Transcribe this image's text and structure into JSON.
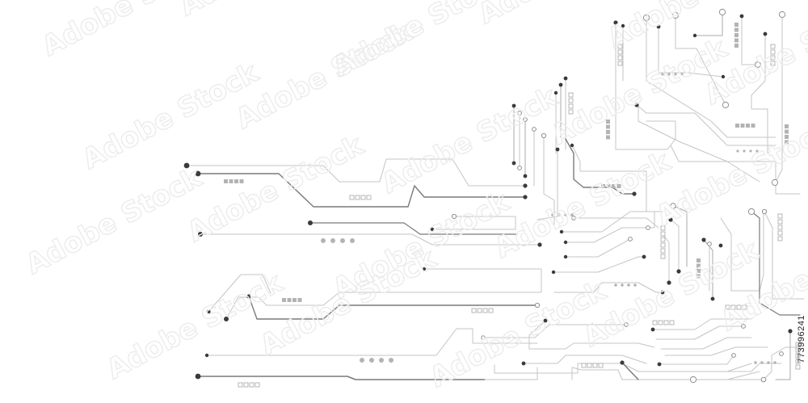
{
  "image": {
    "subject": "circuit-board",
    "background": "#ffffff",
    "colors": {
      "trace_light": "#c4c4c4",
      "trace_mid": "#a9a9a9",
      "trace_dark": "#7a7a7a",
      "node_dark": "#3a3a3a",
      "node_hollow_stroke": "#8e8e8e",
      "pad_fill": "#b3b3b3",
      "pad_outline": "#a5a5a5",
      "watermark": "#ececec"
    }
  },
  "watermark": {
    "text": "Adobe Stock"
  },
  "stock_id": "773996241"
}
